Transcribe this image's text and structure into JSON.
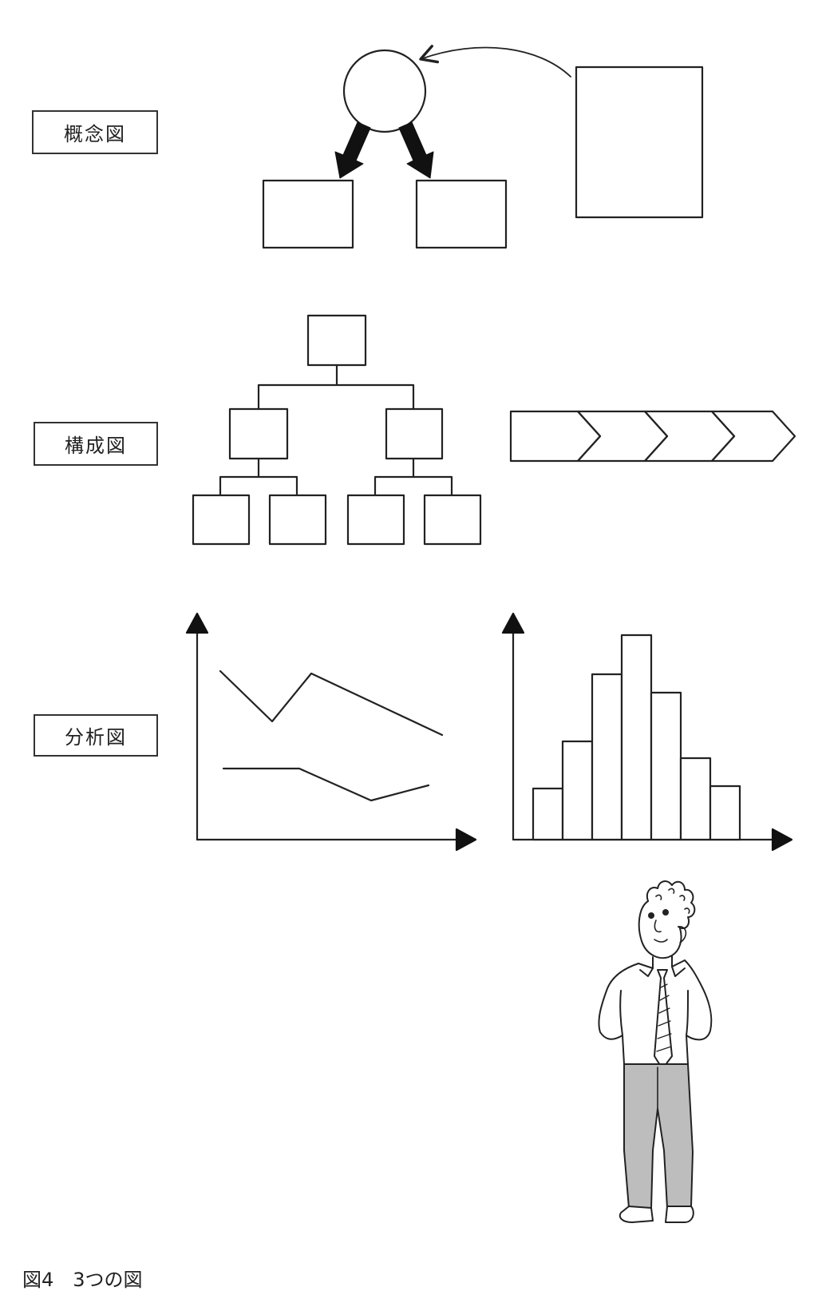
{
  "labels": {
    "concept": "概念図",
    "structure": "構成図",
    "analysis": "分析図"
  },
  "caption": "図4　3つの図",
  "colors": {
    "line": "#222222",
    "pants": "#bdbdbd",
    "background": "#ffffff"
  },
  "charts": {
    "line_chart": {
      "type": "line",
      "series_count": 2,
      "axis_arrows": true
    },
    "histogram": {
      "type": "bar",
      "relative_heights": [
        0.25,
        0.48,
        0.81,
        1.0,
        0.72,
        0.4,
        0.26
      ]
    }
  },
  "structure": {
    "tree_levels": [
      1,
      2,
      4
    ],
    "chevron_count": 4
  }
}
